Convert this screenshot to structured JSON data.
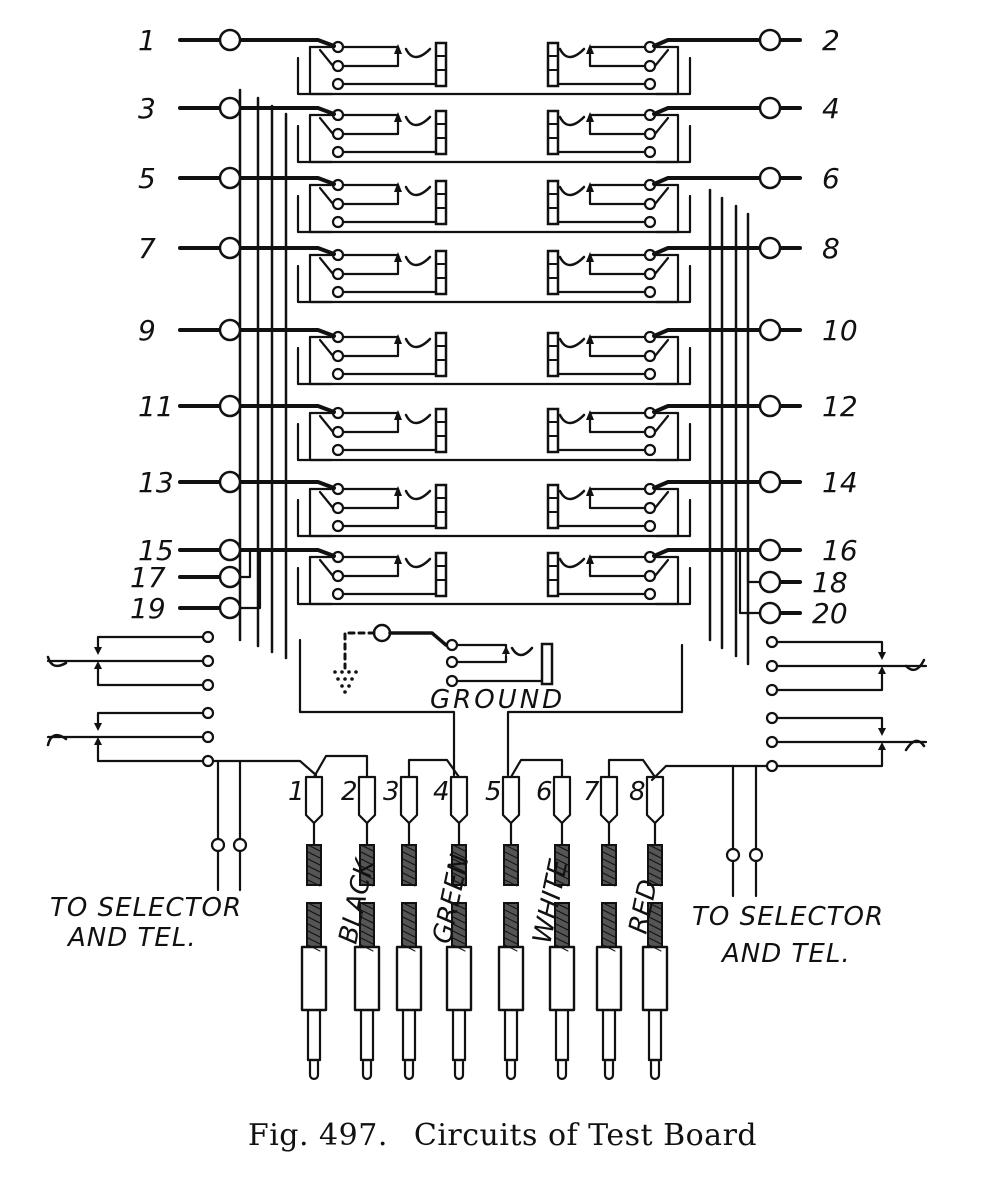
{
  "figure": {
    "number_label": "Fig. 497.",
    "title": "Circuits of Test Board"
  },
  "diagram": {
    "line_color": "#111111",
    "background": "#ffffff",
    "left_line_labels": [
      "1",
      "3",
      "5",
      "7",
      "9",
      "11",
      "13",
      "15",
      "17",
      "19"
    ],
    "right_line_labels": [
      "2",
      "4",
      "6",
      "8",
      "10",
      "12",
      "14",
      "16",
      "18",
      "20"
    ],
    "ground_label": "GROUND",
    "left_output_label": [
      "TO SELECTOR",
      "AND TEL."
    ],
    "right_output_label": [
      "TO SELECTOR",
      "AND TEL."
    ],
    "plug_numbers": [
      "1",
      "2",
      "3",
      "4",
      "5",
      "6",
      "7",
      "8"
    ],
    "cord_colors": [
      "BLACK",
      "GREEN",
      "WHITE",
      "RED"
    ]
  }
}
